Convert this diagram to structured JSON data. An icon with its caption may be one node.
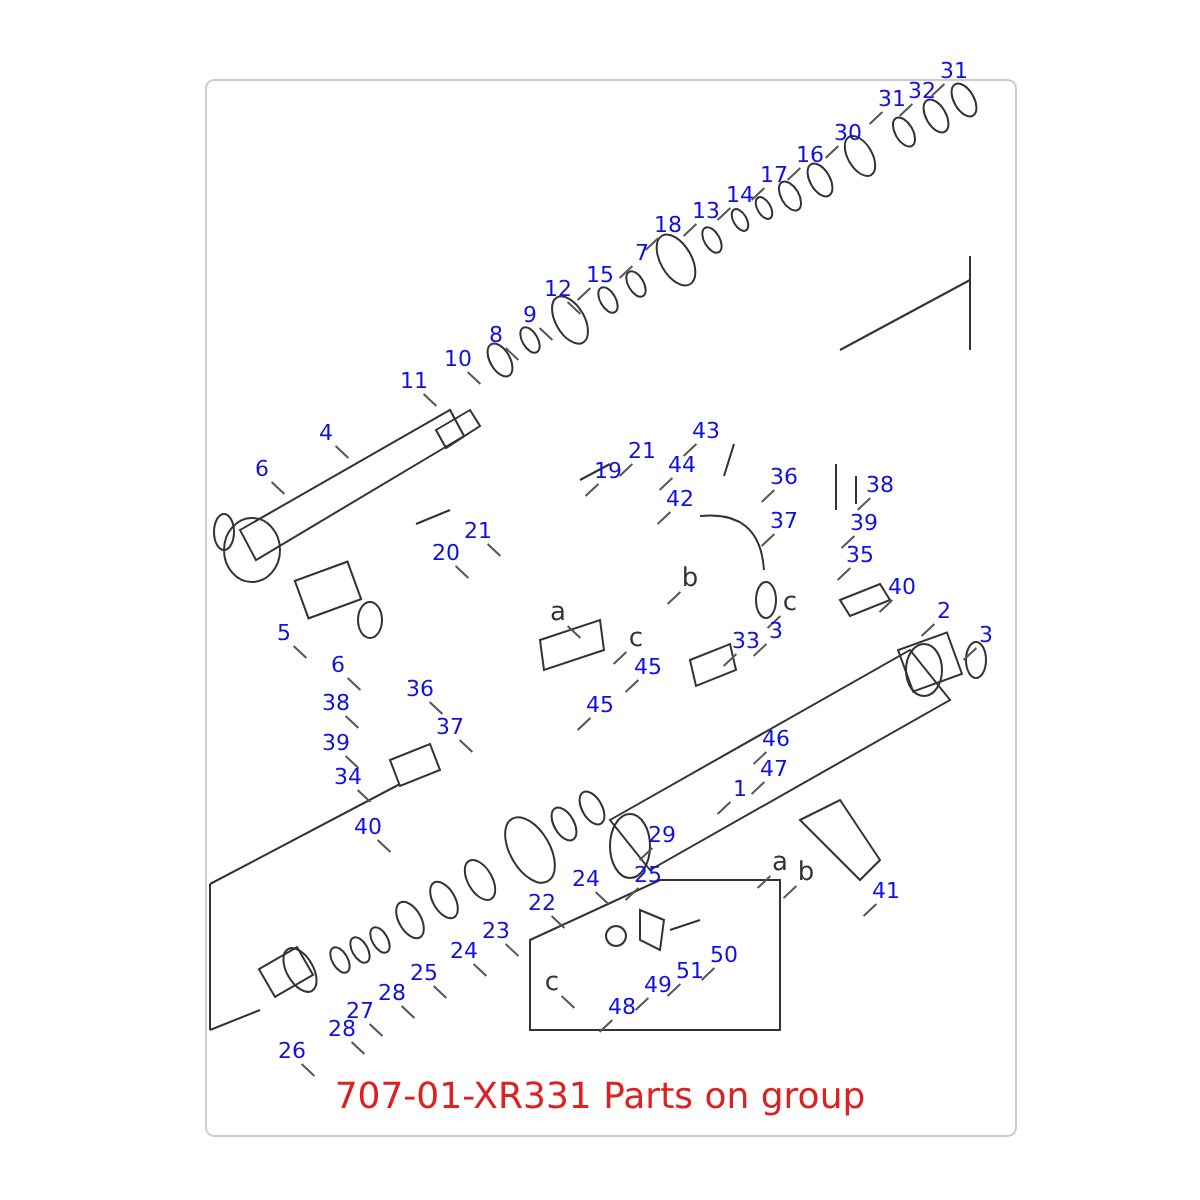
{
  "diagram": {
    "caption": "707-01-XR331 Parts on group",
    "labels": [
      "31",
      "32",
      "31",
      "30",
      "16",
      "17",
      "14",
      "13",
      "18",
      "7",
      "15",
      "12",
      "9",
      "8",
      "10",
      "11",
      "4",
      "43",
      "21",
      "6",
      "44",
      "36",
      "38",
      "42",
      "19",
      "37",
      "39",
      "21",
      "20",
      "35",
      "b",
      "40",
      "a",
      "c",
      "2",
      "5",
      "c",
      "33",
      "3",
      "3",
      "6",
      "45",
      "38",
      "36",
      "45",
      "37",
      "39",
      "46",
      "34",
      "47",
      "1",
      "40",
      "29",
      "25",
      "a",
      "b",
      "41",
      "24",
      "22",
      "23",
      "24",
      "50",
      "25",
      "28",
      "51",
      "c",
      "27",
      "49",
      "28",
      "48",
      "26"
    ]
  }
}
